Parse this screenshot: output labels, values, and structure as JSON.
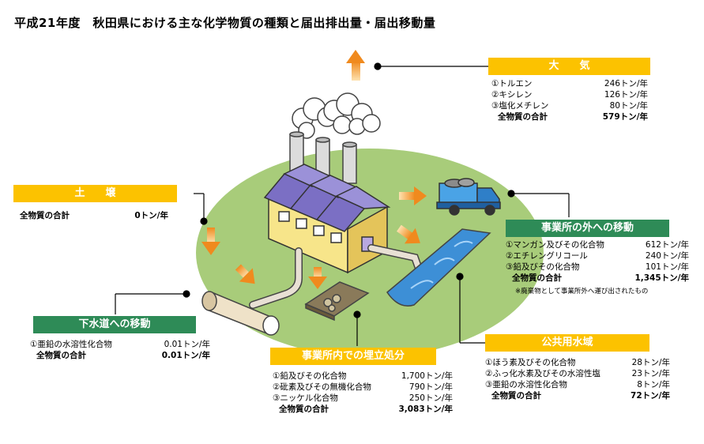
{
  "title": "平成21年度　秋田県における主な化学物質の種類と届出排出量・届出移動量",
  "sections": {
    "air": {
      "label": "大　　気",
      "items": [
        {
          "name": "①トルエン",
          "value": "246トン/年"
        },
        {
          "name": "②キシレン",
          "value": "126トン/年"
        },
        {
          "name": "③塩化メチレン",
          "value": "80トン/年"
        }
      ],
      "total": {
        "name": "全物質の合計",
        "value": "579トン/年"
      }
    },
    "soil": {
      "label": "土　　壌",
      "total": {
        "name": "全物質の合計",
        "value": "0トン/年"
      }
    },
    "offsite": {
      "label": "事業所の外への移動",
      "items": [
        {
          "name": "①マンガン及びその化合物",
          "value": "612トン/年"
        },
        {
          "name": "②エチレングリコール",
          "value": "240トン/年"
        },
        {
          "name": "③鉛及びその化合物",
          "value": "101トン/年"
        }
      ],
      "total": {
        "name": "全物質の合計",
        "value": "1,345トン/年"
      },
      "note": "※廃棄物として事業所外へ運び出されたもの"
    },
    "sewer": {
      "label": "下水道への移動",
      "items": [
        {
          "name": "①亜鉛の水溶性化合物",
          "value": "0.01トン/年"
        }
      ],
      "total": {
        "name": "全物質の合計",
        "value": "0.01トン/年"
      }
    },
    "landfill": {
      "label": "事業所内での埋立処分",
      "items": [
        {
          "name": "①鉛及びその化合物",
          "value": "1,700トン/年"
        },
        {
          "name": "②砒素及びその無機化合物",
          "value": "790トン/年"
        },
        {
          "name": "③ニッケル化合物",
          "value": "250トン/年"
        }
      ],
      "total": {
        "name": "全物質の合計",
        "value": "3,083トン/年"
      }
    },
    "water": {
      "label": "公共用水域",
      "items": [
        {
          "name": "①ほう素及びその化合物",
          "value": "28トン/年"
        },
        {
          "name": "②ふっ化水素及びその水溶性塩",
          "value": "23トン/年"
        },
        {
          "name": "③亜鉛の水溶性化合物",
          "value": "8トン/年"
        }
      ],
      "total": {
        "name": "全物質の合計",
        "value": "72トン/年"
      }
    }
  },
  "colors": {
    "label_yellow": "#fcc200",
    "label_green": "#2e8b57",
    "ground_green": "#a8cc7a",
    "arrow_orange": "#f5a23c",
    "roof_purple": "#7b6fc4",
    "water_blue": "#3d8fd6"
  }
}
